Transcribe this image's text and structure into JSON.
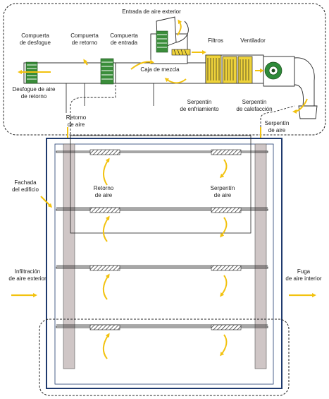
{
  "diagram": {
    "outdoor_air_inlet": "Entrada de aire exterior",
    "exhaust_damper": "Compuerta\nde desfogue",
    "return_damper": "Compuerta\nde retorno",
    "inlet_damper": "Compuerta\nde entrada",
    "filters": "Filtros",
    "fan": "Ventilador",
    "mixing_box": "Caja de mezcla",
    "return_exhaust": "Desfogue de aire\nde retorno",
    "return_air_top": "Retorno\nde aire",
    "cooling_coil": "Serpentín\nde enfriamiento",
    "heating_coil": "Serpentín\nde calefacción",
    "supply_air_top": "Serpentín\nde aire",
    "facade": "Fachada\ndel edificio",
    "return_air_floor": "Retorno\nde aire",
    "supply_air_floor": "Serpentín\nde aire",
    "infiltration": "Infiltración\nde aire exterior",
    "interior_leak": "Fuga\nde aire interior"
  },
  "colors": {
    "arrow": "#f2c20f",
    "damper_green": "#3a8d3a",
    "coil_yellow": "#efd33a",
    "building_frame": "#1f3a6e",
    "shaft_fill": "#cfc6c6",
    "fan_green": "#2e8b3a"
  },
  "icons": [
    "damper-icon",
    "filter-icon",
    "coil-icon",
    "fan-icon",
    "grille-icon",
    "airflow-arrow-icon"
  ]
}
